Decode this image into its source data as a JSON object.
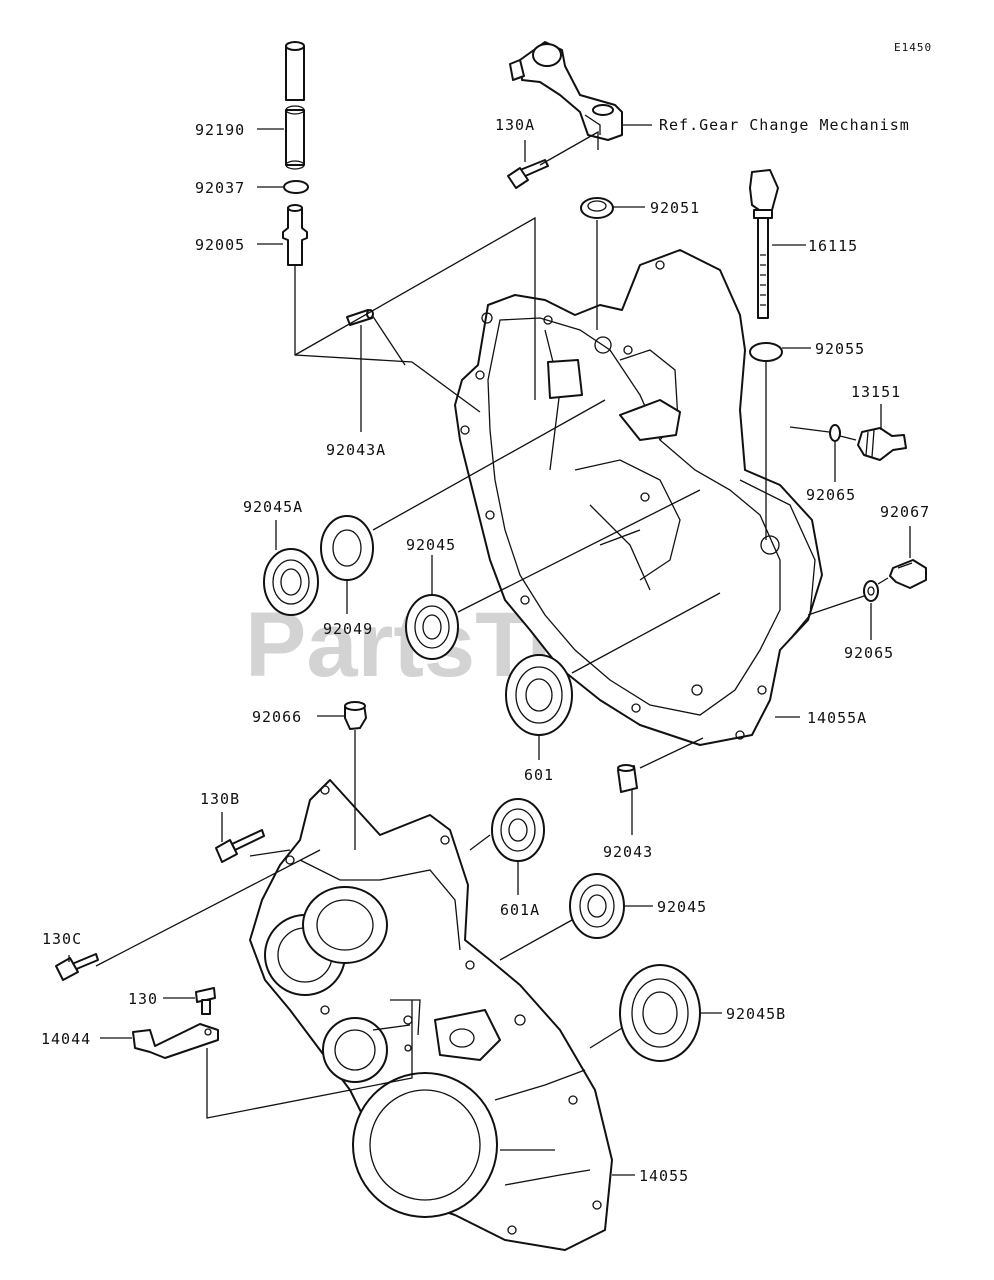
{
  "diagram_code": "E1450",
  "watermark": "PartsTree",
  "reference_note": "Ref.Gear Change Mechanism",
  "labels": {
    "p92190": "92190",
    "p92037": "92037",
    "p92005": "92005",
    "p130A": "130A",
    "p92051": "92051",
    "p16115": "16115",
    "p92055": "92055",
    "p13151": "13151",
    "p92043A": "92043A",
    "p92065_top": "92065",
    "p92067": "92067",
    "p92045A": "92045A",
    "p92049": "92049",
    "p92045_mid": "92045",
    "p92065_low": "92065",
    "p92066": "92066",
    "p14055A": "14055A",
    "p601": "601",
    "p130B": "130B",
    "p92043": "92043",
    "p601A": "601A",
    "p92045_low": "92045",
    "p130C": "130C",
    "p130": "130",
    "p92045B": "92045B",
    "p14044": "14044",
    "p14055": "14055"
  }
}
